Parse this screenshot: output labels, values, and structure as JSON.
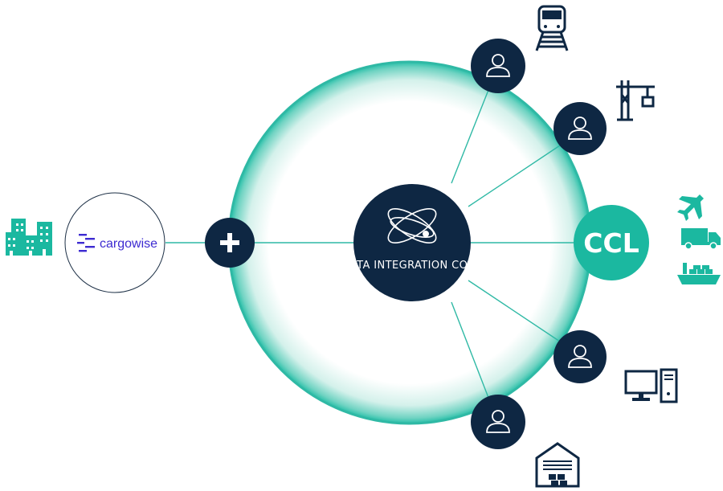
{
  "diagram": {
    "core_label": "DATA INTEGRATION CORE",
    "hub_label": "CCL",
    "source_label": "cargowise",
    "plus_symbol": "+",
    "colors": {
      "navy": "#0e2743",
      "teal": "#1bb8a0",
      "teal_ring": "#27bfa8",
      "cargowise_purple": "#3d2bd1",
      "connector": "#2fb9a5"
    },
    "icons": [
      "buildings-icon",
      "cargowise-logo-icon",
      "plus-icon",
      "orbit-logo-icon",
      "user-icon",
      "train-icon",
      "port-crane-icon",
      "airplane-icon",
      "truck-icon",
      "cargo-ship-icon",
      "desktop-computer-icon",
      "warehouse-icon"
    ]
  }
}
